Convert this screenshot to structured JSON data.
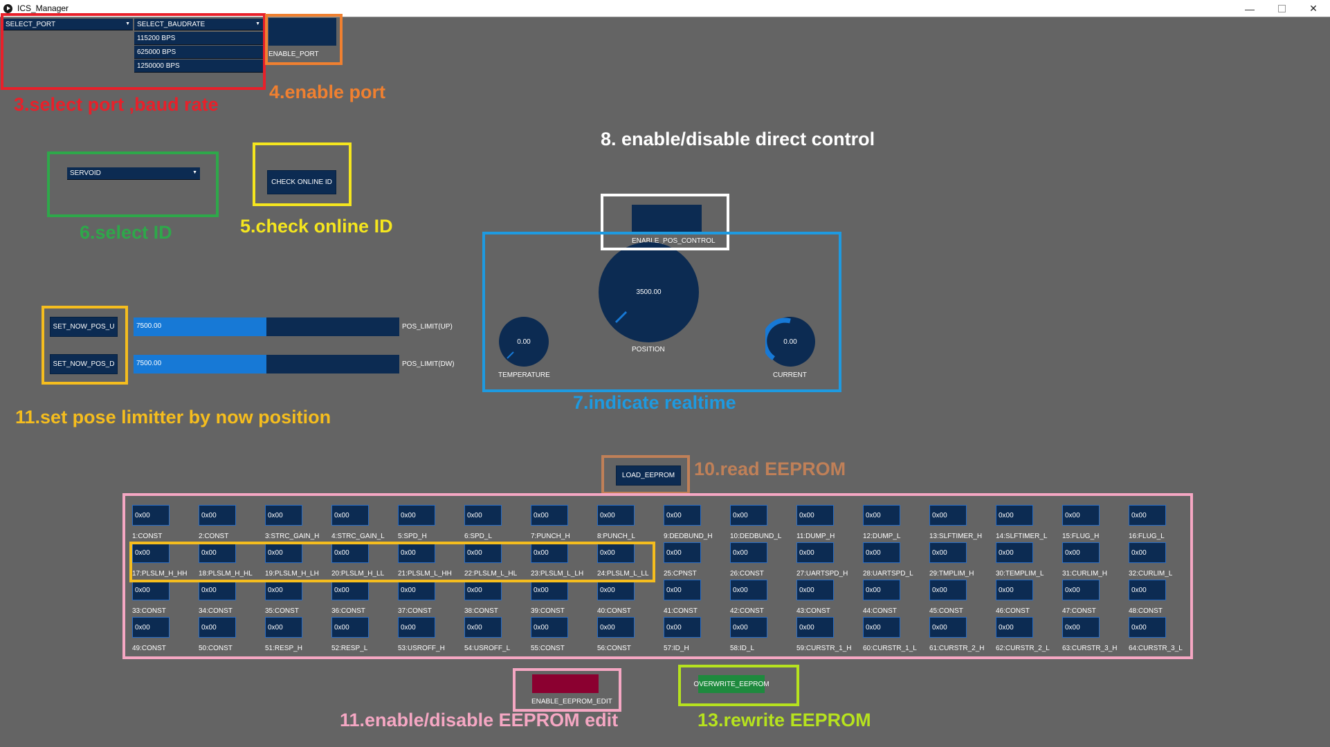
{
  "window": {
    "title": "ICS_Manager",
    "minimize": "—",
    "close": "✕"
  },
  "port": {
    "port_select": "SELECT_PORT",
    "baud_select": "SELECT_BAUDRATE",
    "baud_options": [
      "115200 BPS",
      "625000 BPS",
      "1250000 BPS"
    ],
    "enable_label": "ENABLE_PORT"
  },
  "servo": {
    "id_select": "SERVOID",
    "check_online": "CHECK ONLINE ID"
  },
  "limits": {
    "set_up_btn": "SET_NOW_POS_U",
    "set_dw_btn": "SET_NOW_POS_D",
    "up_value": "7500.00",
    "dw_value": "7500.00",
    "up_fill": 0.5,
    "dw_fill": 0.5,
    "up_label": "POS_LIMIT(UP)",
    "dw_label": "POS_LIMIT(DW)"
  },
  "realtime": {
    "enable_pos_label": "ENABLE_POS_CONTROL",
    "position_value": "3500.00",
    "position_label": "POSITION",
    "temperature_value": "0.00",
    "temperature_label": "TEMPERATURE",
    "current_value": "0.00",
    "current_label": "CURRENT"
  },
  "eeprom": {
    "load": "LOAD_EEPROM",
    "enable_edit": "ENABLE_EEPROM_EDIT",
    "overwrite": "OVERWRITE_EEPROM",
    "cells": [
      {
        "label": "1:CONST",
        "value": "0x00"
      },
      {
        "label": "2:CONST",
        "value": "0x00"
      },
      {
        "label": "3:STRC_GAIN_H",
        "value": "0x00"
      },
      {
        "label": "4:STRC_GAIN_L",
        "value": "0x00"
      },
      {
        "label": "5:SPD_H",
        "value": "0x00"
      },
      {
        "label": "6:SPD_L",
        "value": "0x00"
      },
      {
        "label": "7:PUNCH_H",
        "value": "0x00"
      },
      {
        "label": "8:PUNCH_L",
        "value": "0x00"
      },
      {
        "label": "9:DEDBUND_H",
        "value": "0x00"
      },
      {
        "label": "10:DEDBUND_L",
        "value": "0x00"
      },
      {
        "label": "11:DUMP_H",
        "value": "0x00"
      },
      {
        "label": "12:DUMP_L",
        "value": "0x00"
      },
      {
        "label": "13:SLFTIMER_H",
        "value": "0x00"
      },
      {
        "label": "14:SLFTIMER_L",
        "value": "0x00"
      },
      {
        "label": "15:FLUG_H",
        "value": "0x00"
      },
      {
        "label": "16:FLUG_L",
        "value": "0x00"
      },
      {
        "label": "17:PLSLM_H_HH",
        "value": "0x00"
      },
      {
        "label": "18:PLSLM_H_HL",
        "value": "0x00"
      },
      {
        "label": "19:PLSLM_H_LH",
        "value": "0x00"
      },
      {
        "label": "20:PLSLM_H_LL",
        "value": "0x00"
      },
      {
        "label": "21:PLSLM_L_HH",
        "value": "0x00"
      },
      {
        "label": "22:PLSLM_L_HL",
        "value": "0x00"
      },
      {
        "label": "23:PLSLM_L_LH",
        "value": "0x00"
      },
      {
        "label": "24:PLSLM_L_LL",
        "value": "0x00"
      },
      {
        "label": "25:CPNST",
        "value": "0x00"
      },
      {
        "label": "26:CONST",
        "value": "0x00"
      },
      {
        "label": "27:UARTSPD_H",
        "value": "0x00"
      },
      {
        "label": "28:UARTSPD_L",
        "value": "0x00"
      },
      {
        "label": "29:TMPLIM_H",
        "value": "0x00"
      },
      {
        "label": "30:TEMPLIM_L",
        "value": "0x00"
      },
      {
        "label": "31:CURLIM_H",
        "value": "0x00"
      },
      {
        "label": "32:CURLIM_L",
        "value": "0x00"
      },
      {
        "label": "33:CONST",
        "value": "0x00"
      },
      {
        "label": "34:CONST",
        "value": "0x00"
      },
      {
        "label": "35:CONST",
        "value": "0x00"
      },
      {
        "label": "36:CONST",
        "value": "0x00"
      },
      {
        "label": "37:CONST",
        "value": "0x00"
      },
      {
        "label": "38:CONST",
        "value": "0x00"
      },
      {
        "label": "39:CONST",
        "value": "0x00"
      },
      {
        "label": "40:CONST",
        "value": "0x00"
      },
      {
        "label": "41:CONST",
        "value": "0x00"
      },
      {
        "label": "42:CONST",
        "value": "0x00"
      },
      {
        "label": "43:CONST",
        "value": "0x00"
      },
      {
        "label": "44:CONST",
        "value": "0x00"
      },
      {
        "label": "45:CONST",
        "value": "0x00"
      },
      {
        "label": "46:CONST",
        "value": "0x00"
      },
      {
        "label": "47:CONST",
        "value": "0x00"
      },
      {
        "label": "48:CONST",
        "value": "0x00"
      },
      {
        "label": "49:CONST",
        "value": "0x00"
      },
      {
        "label": "50:CONST",
        "value": "0x00"
      },
      {
        "label": "51:RESP_H",
        "value": "0x00"
      },
      {
        "label": "52:RESP_L",
        "value": "0x00"
      },
      {
        "label": "53:USROFF_H",
        "value": "0x00"
      },
      {
        "label": "54:USROFF_L",
        "value": "0x00"
      },
      {
        "label": "55:CONST",
        "value": "0x00"
      },
      {
        "label": "56:CONST",
        "value": "0x00"
      },
      {
        "label": "57:ID_H",
        "value": "0x00"
      },
      {
        "label": "58:ID_L",
        "value": "0x00"
      },
      {
        "label": "59:CURSTR_1_H",
        "value": "0x00"
      },
      {
        "label": "60:CURSTR_1_L",
        "value": "0x00"
      },
      {
        "label": "61:CURSTR_2_H",
        "value": "0x00"
      },
      {
        "label": "62:CURSTR_2_L",
        "value": "0x00"
      },
      {
        "label": "63:CURSTR_3_H",
        "value": "0x00"
      },
      {
        "label": "64:CURSTR_3_L",
        "value": "0x00"
      }
    ]
  },
  "annotations": {
    "a3": "3.select port ,baud rate",
    "a4": "4.enable port",
    "a5": "5.check online ID",
    "a6": "6.select ID",
    "a7": "7.indicate realtime",
    "a8": "8. enable/disable direct control",
    "a10": "10.read EEPROM",
    "a11a": "11.set pose limitter by now position",
    "a11b": "11.enable/disable EEPROM edit",
    "a13": "13.rewrite EEPROM"
  },
  "colors": {
    "background": "#646464",
    "control": "#0c2b52",
    "accent_blue": "#1779d6",
    "edit_red": "#8b0030",
    "overwrite_green": "#1e8a3e",
    "ann_red": "#e8202a",
    "ann_orange": "#f08030",
    "ann_green": "#2ea84a",
    "ann_yellow": "#f5e61e",
    "ann_sky": "#1e9ae0",
    "ann_white": "#ffffff",
    "ann_gold": "#f5bd1e",
    "ann_brown": "#c08058",
    "ann_pink": "#f5a7c3",
    "ann_lime": "#b6e21e"
  }
}
